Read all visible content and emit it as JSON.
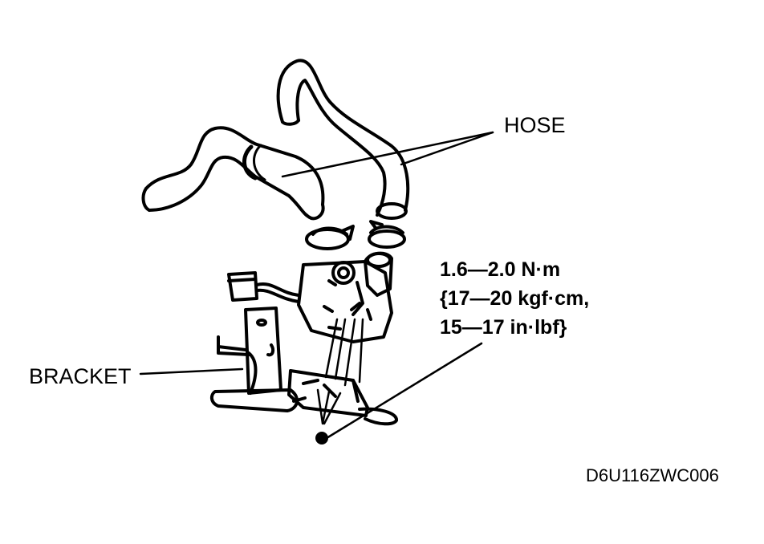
{
  "labels": {
    "hose": "HOSE",
    "bracket": "BRACKET",
    "torque": {
      "line1": "1.6—2.0 N·m",
      "line2": "{17—20 kgf·cm,",
      "line3": "15—17 in·lbf}"
    },
    "code": "D6U116ZWC006"
  },
  "colors": {
    "ink": "#000000",
    "paper": "#ffffff"
  }
}
